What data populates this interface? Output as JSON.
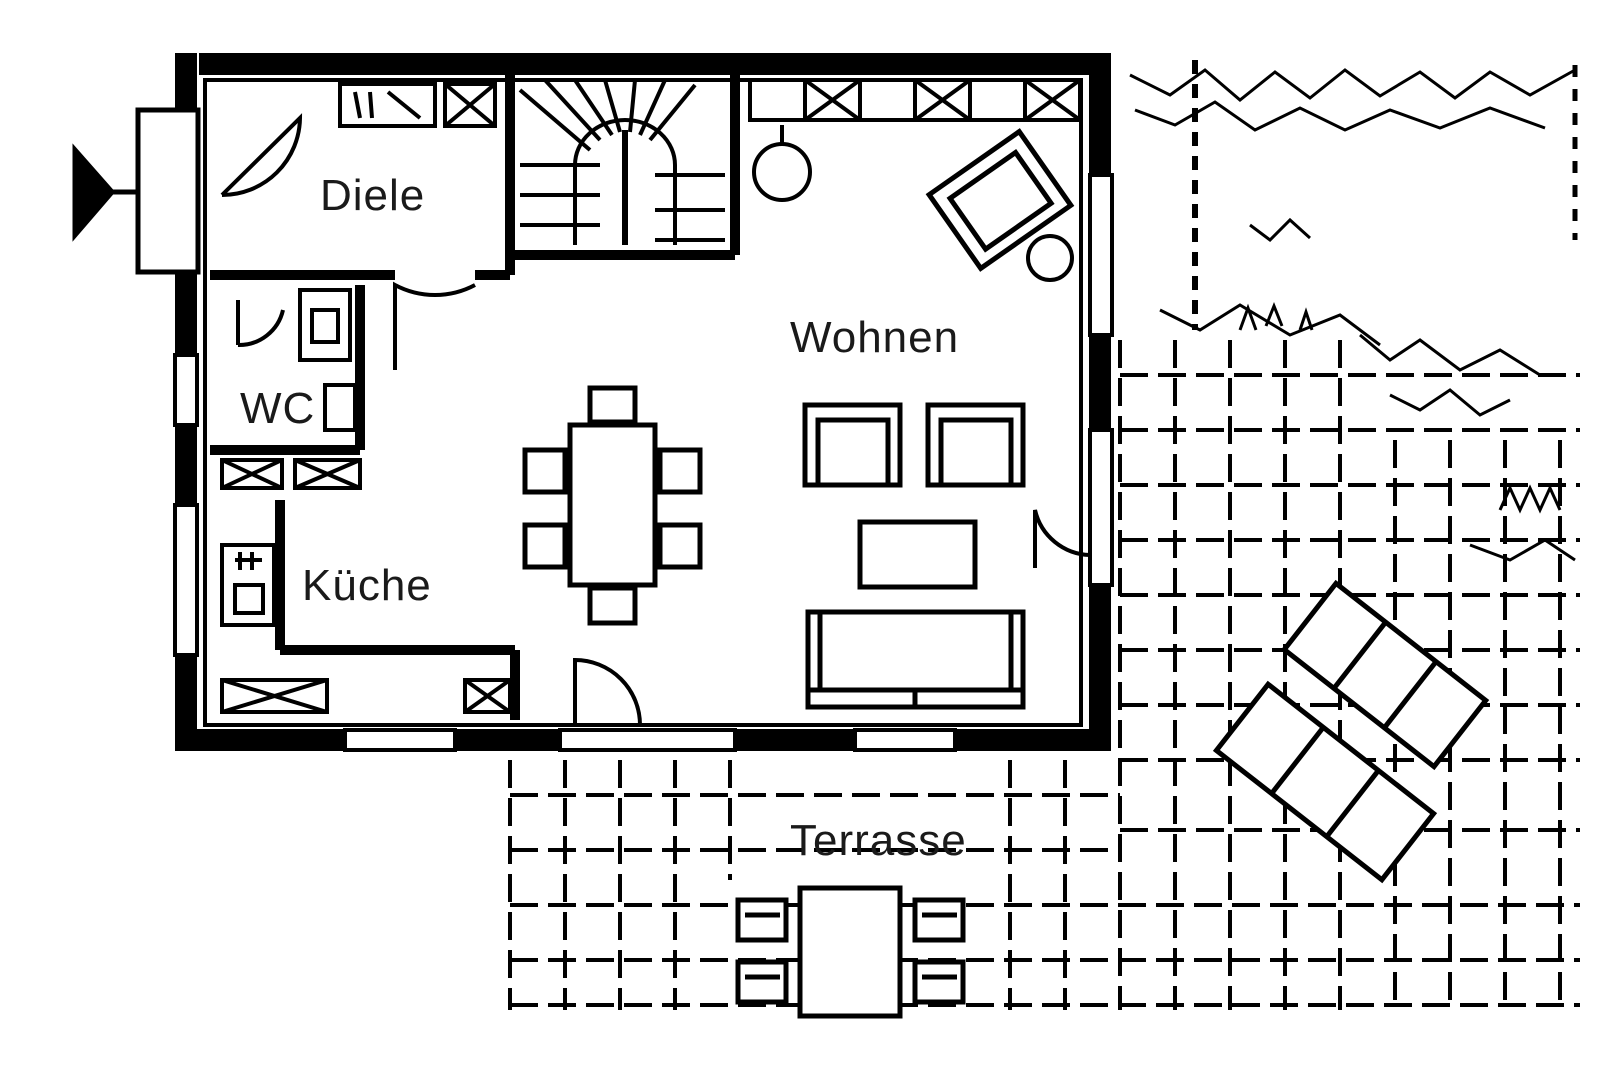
{
  "floorplan": {
    "rooms": {
      "diele": "Diele",
      "wohnen": "Wohnen",
      "wc": "WC",
      "kueche": "Küche",
      "terrasse": "Terrasse"
    },
    "colors": {
      "ink": "#000000",
      "paper": "#ffffff",
      "label": "#1a1a1a"
    }
  }
}
